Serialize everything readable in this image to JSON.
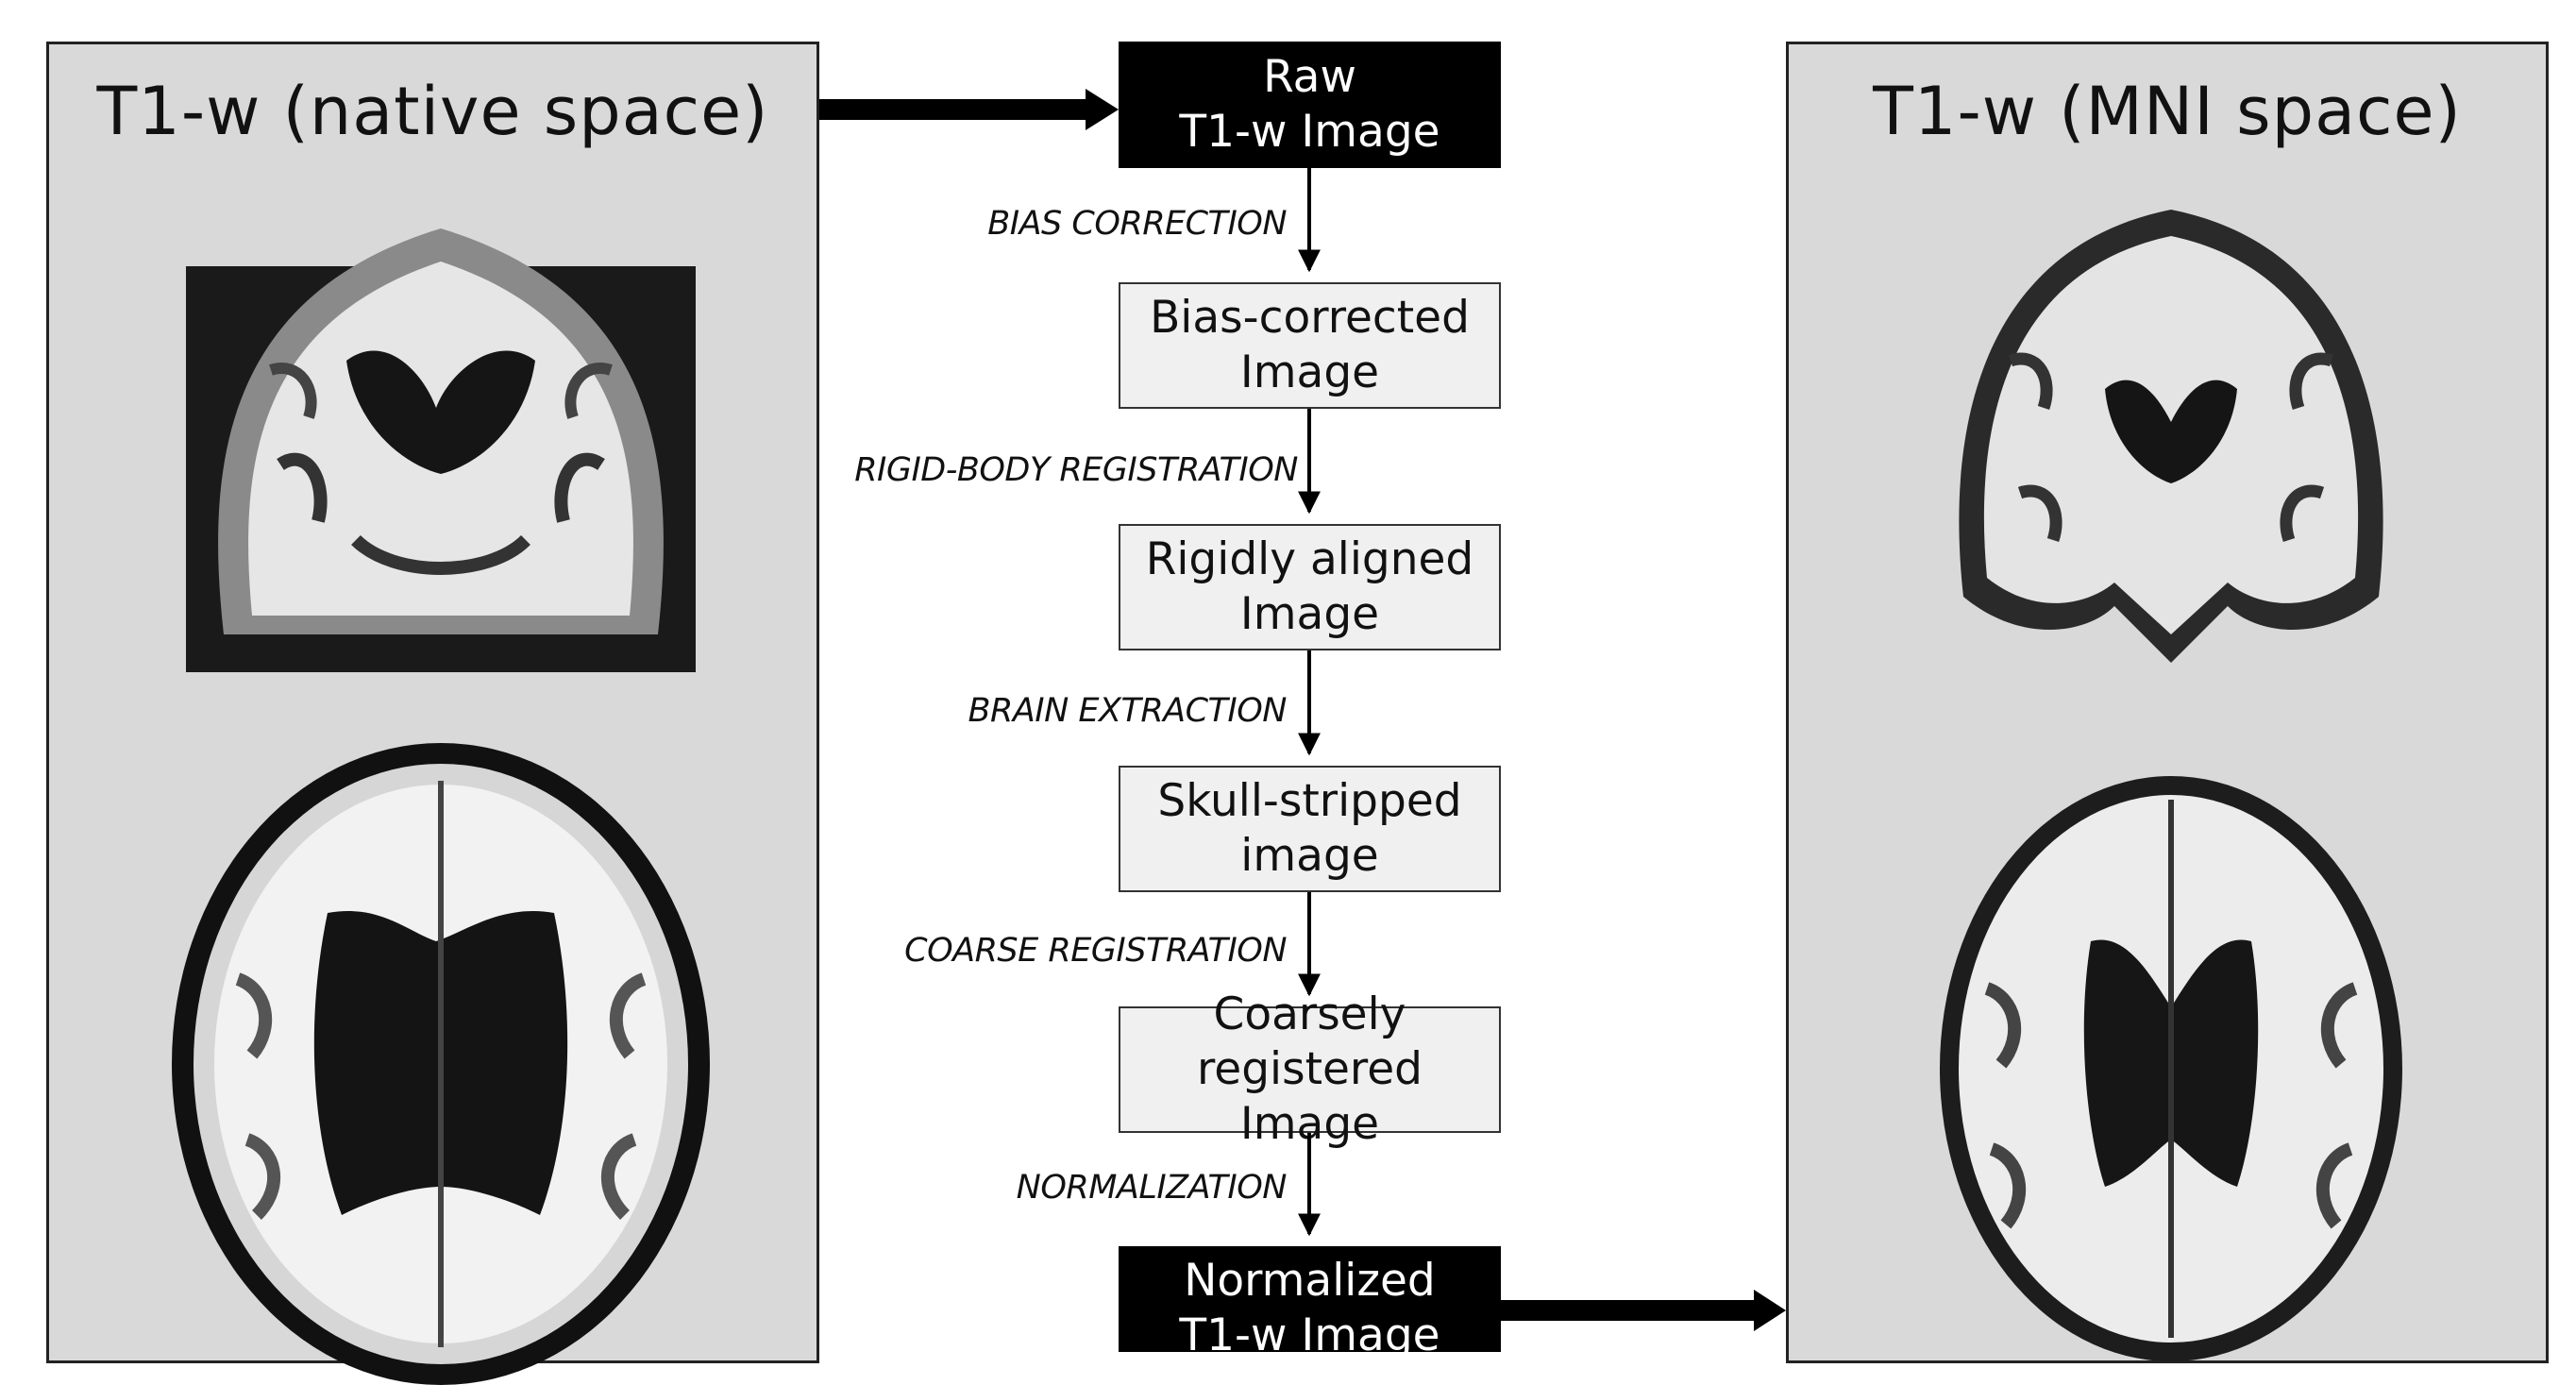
{
  "left_panel": {
    "title": "T1-w (native space)"
  },
  "right_panel": {
    "title": "T1-w (MNI space)"
  },
  "pipeline": {
    "boxes": [
      {
        "label": "Raw\nT1-w Image",
        "style": "dark"
      },
      {
        "label": "Bias-corrected\nImage",
        "style": "light"
      },
      {
        "label": "Rigidly aligned\nImage",
        "style": "light"
      },
      {
        "label": "Skull-stripped\nimage",
        "style": "light"
      },
      {
        "label": "Coarsely\nregistered Image",
        "style": "light"
      },
      {
        "label": "Normalized\nT1-w Image",
        "style": "dark"
      }
    ],
    "steps": [
      "BIAS CORRECTION",
      "RIGID-BODY REGISTRATION",
      "BRAIN EXTRACTION",
      "COARSE REGISTRATION",
      "NORMALIZATION"
    ]
  },
  "colors": {
    "panel_bg": "#d9d9d9",
    "box_dark": "#000000",
    "box_light": "#f0f0f0"
  }
}
